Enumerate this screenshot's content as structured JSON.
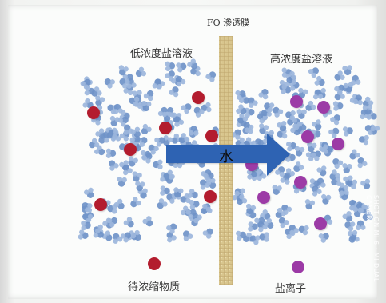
{
  "membrane": {
    "label": "FO 渗透膜"
  },
  "sides": {
    "left": {
      "label": "低浓度盐溶液"
    },
    "right": {
      "label": "高浓度盐溶液"
    }
  },
  "flow": {
    "label": "水"
  },
  "legend": {
    "concentrate": {
      "label": "待浓缩物质",
      "color": "#b31d2e"
    },
    "salt_ion": {
      "label": "盐离子",
      "color": "#9c3aa6"
    }
  },
  "water_color": "#6f92c8",
  "arrow_color": "#2f64b3",
  "watermark": "SHOT ON MI 6 · MI DUAL CAMERA"
}
